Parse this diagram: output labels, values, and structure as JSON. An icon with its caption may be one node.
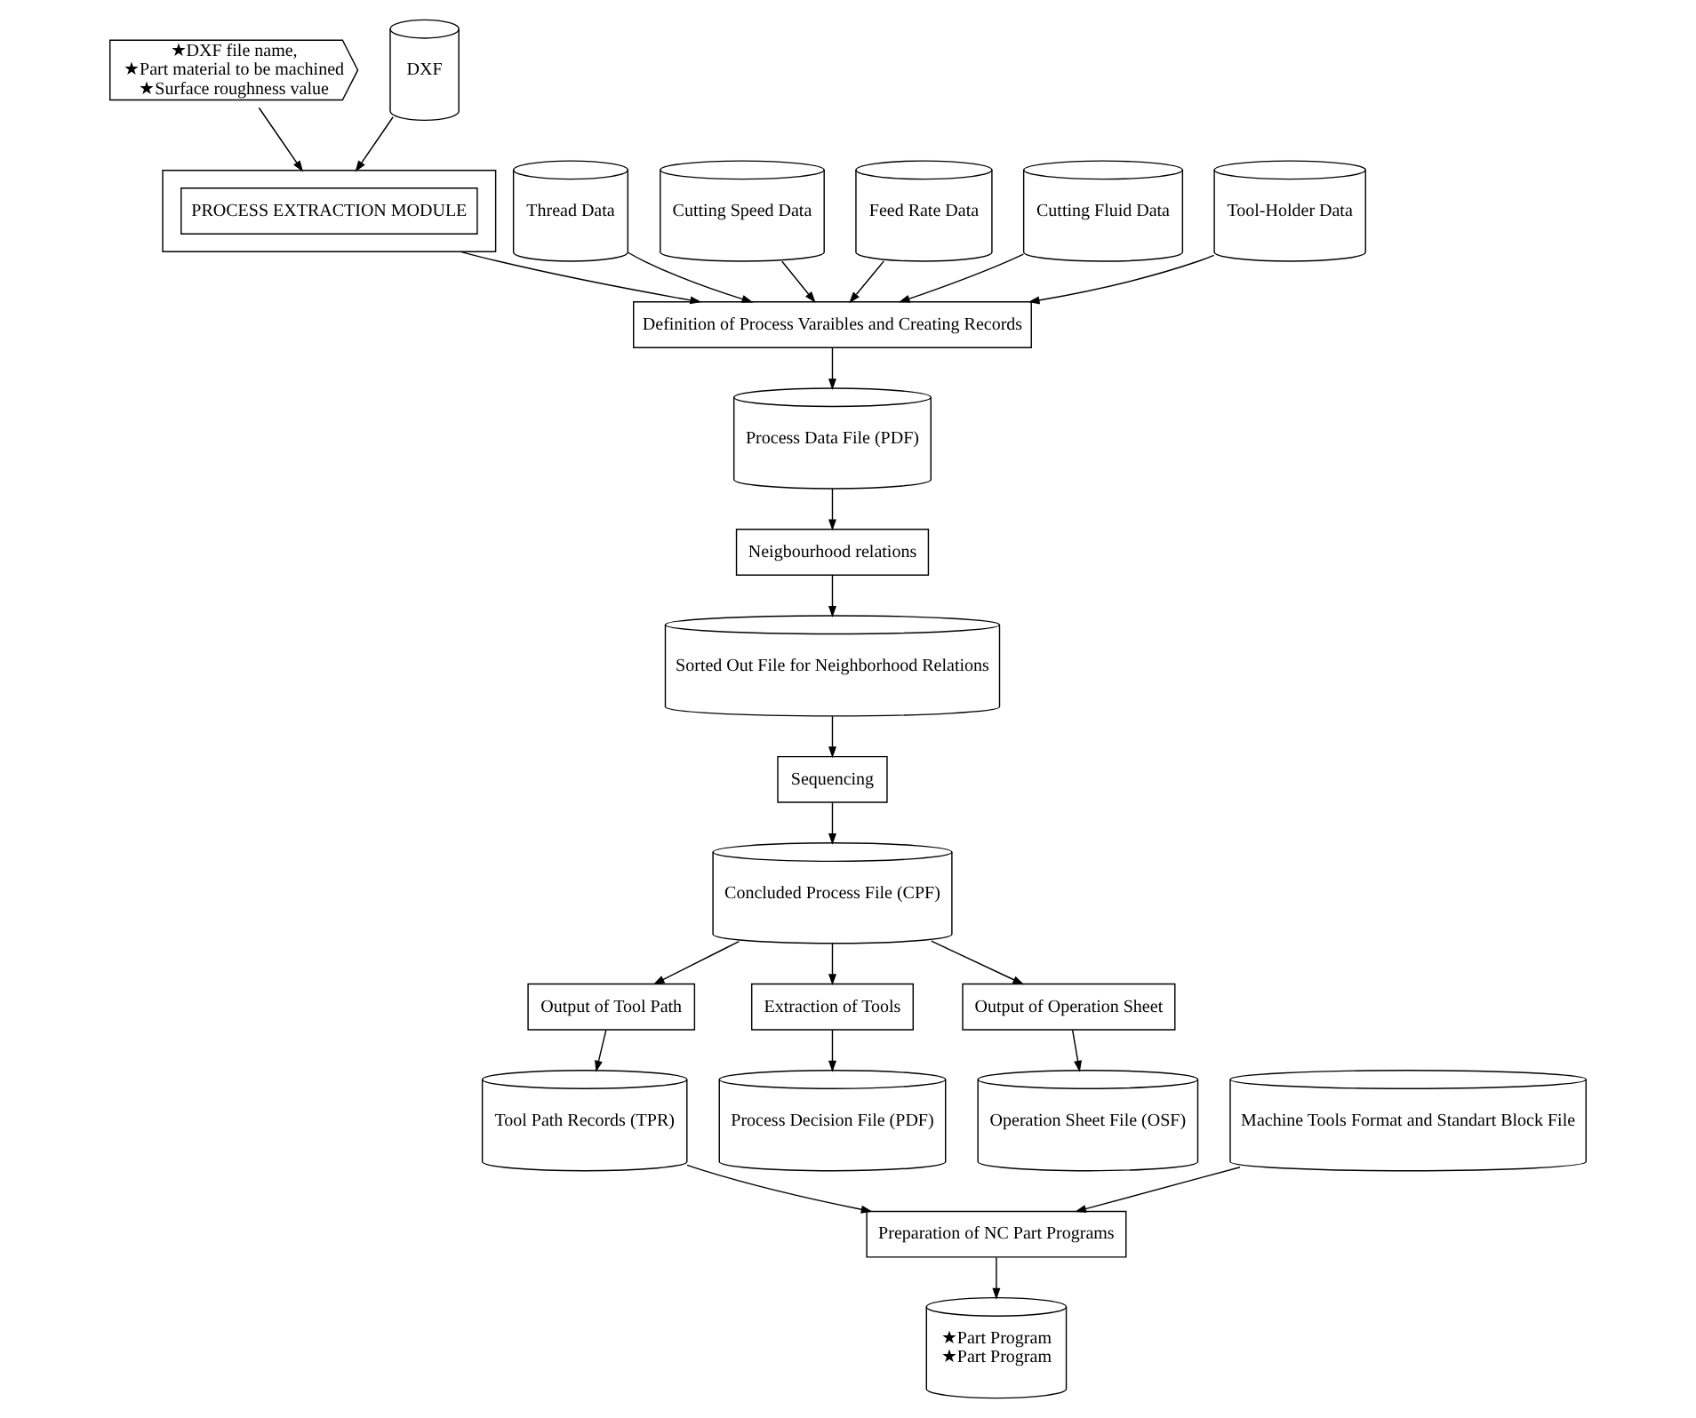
{
  "diagram": {
    "nodes": [
      {
        "text": [
          "★DXF file name,",
          "★Part material to be machined",
          "★Surface roughness value"
        ]
      },
      {
        "text": [
          "Thread Data"
        ]
      },
      {
        "text": [
          "Cutting Speed Data"
        ]
      },
      {
        "text": [
          "Feed Rate Data"
        ]
      },
      {
        "text": [
          "Cutting Fluid Data"
        ]
      },
      {
        "text": [
          "Tool-Holder Data"
        ]
      },
      {
        "text": [
          "DXF"
        ]
      },
      {
        "text": [],
        "shape": "box"
      },
      {
        "text": [
          "PROCESS EXTRACTION MODULE"
        ],
        "in": 7
      },
      {
        "text": [
          "Definition of Process Varaibles and Creating Records"
        ]
      },
      {
        "text": [
          "Process Data File (PDF)"
        ]
      },
      {
        "text": [
          "Neigbourhood relations"
        ]
      },
      {
        "text": [
          "Sorted Out File for Neighborhood Relations"
        ]
      },
      {
        "text": [
          "Machine Tools Format and Standart Block File"
        ]
      },
      {
        "text": [
          "★Part Program",
          "★Part Program"
        ]
      },
      {
        "text": [
          "Sequencing"
        ]
      },
      {
        "text": [
          "Preparation of NC Part Programs"
        ]
      },
      {
        "text": [
          "Concluded Process File (CPF)"
        ]
      },
      {
        "text": [
          "Output of Tool Path"
        ]
      },
      {
        "text": [
          "Extraction of Tools"
        ]
      },
      {
        "text": [
          "Output of Operation Sheet"
        ]
      },
      {
        "text": [
          "Tool Path Records (TPR)"
        ]
      },
      {
        "text": [
          "Operation Sheet File (OSF)"
        ]
      },
      {
        "text": [
          "Process Decision File (PDF)"
        ]
      }
    ],
    "edges": [
      {
        "from": 0,
        "to": 7,
        "arrow": "to"
      },
      {
        "from": 6,
        "to": 7,
        "arrow": "to"
      },
      {
        "from": 7,
        "to": 9,
        "arrow": "to"
      },
      {
        "from": 1,
        "to": 9,
        "arrow": "to"
      },
      {
        "from": 2,
        "to": 9,
        "arrow": "to"
      },
      {
        "from": 3,
        "to": 9,
        "arrow": "to"
      },
      {
        "from": 4,
        "to": 9,
        "arrow": "to"
      },
      {
        "from": 5,
        "to": 9,
        "arrow": "to"
      },
      {
        "from": 9,
        "to": 10,
        "arrow": "to"
      },
      {
        "from": 10,
        "to": 11,
        "arrow": "to"
      },
      {
        "from": 11,
        "to": 12,
        "arrow": "to"
      },
      {
        "from": 12,
        "to": 15,
        "arrow": "to"
      },
      {
        "from": 15,
        "to": 17,
        "arrow": "to"
      },
      {
        "from": 17,
        "to": 18,
        "arrow": "to"
      },
      {
        "from": 17,
        "to": 20,
        "arrow": "to"
      },
      {
        "from": 17,
        "to": 19,
        "arrow": "to"
      },
      {
        "from": 20,
        "to": 22,
        "arrow": "to"
      },
      {
        "from": 19,
        "to": 23,
        "arrow": "to"
      },
      {
        "from": 18,
        "to": 21,
        "arrow": "to"
      },
      {
        "from": 21,
        "to": 16,
        "arrow": "to"
      },
      {
        "from": 13,
        "to": 16,
        "arrow": "to"
      },
      {
        "from": 16,
        "to": 14,
        "arrow": "to"
      }
    ]
  }
}
